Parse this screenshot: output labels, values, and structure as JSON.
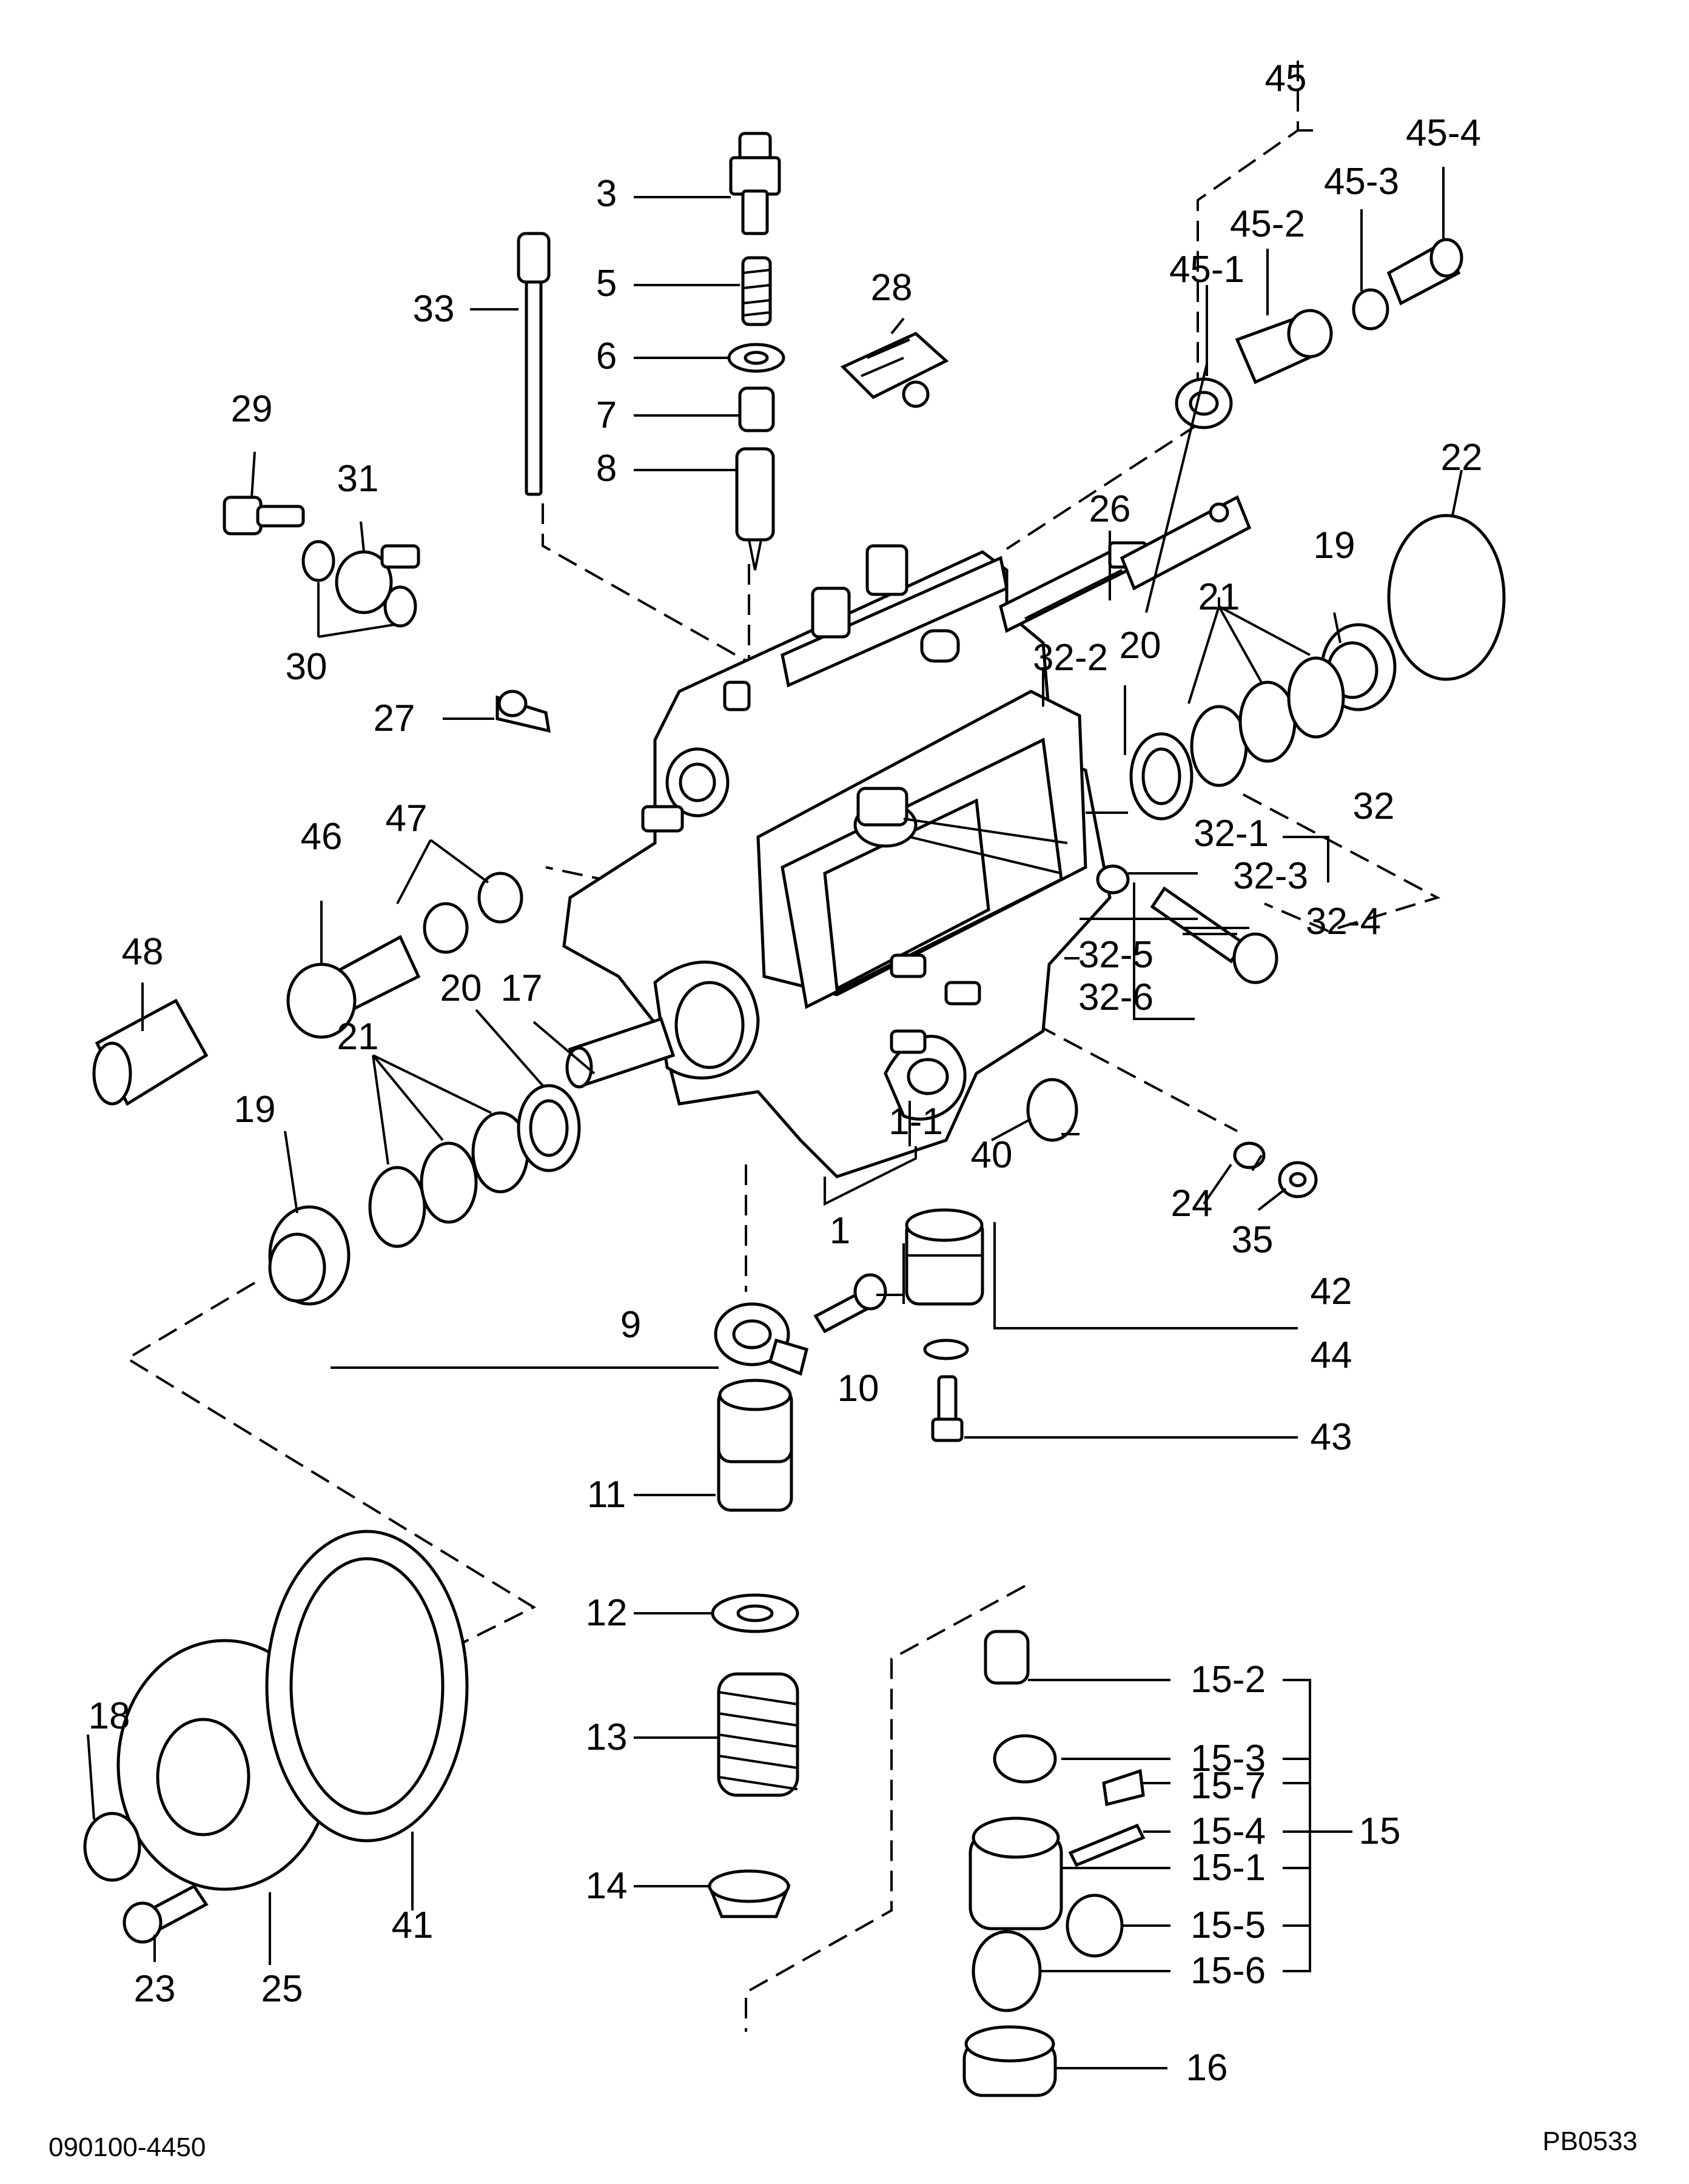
{
  "drawing_number": "090100-4450",
  "plate_id": "PB0533",
  "part_labels": {
    "p1": "1",
    "p1_1": "1-1",
    "p3": "3",
    "p5": "5",
    "p6": "6",
    "p7": "7",
    "p8": "8",
    "p9": "9",
    "p10": "10",
    "p11": "11",
    "p12": "12",
    "p13": "13",
    "p14": "14",
    "p15": "15",
    "p15_1": "15-1",
    "p15_2": "15-2",
    "p15_3": "15-3",
    "p15_4": "15-4",
    "p15_5": "15-5",
    "p15_6": "15-6",
    "p15_7": "15-7",
    "p16": "16",
    "p17": "17",
    "p18": "18",
    "p19a": "19",
    "p19b": "19",
    "p20a": "20",
    "p20b": "20",
    "p21a": "21",
    "p21b": "21",
    "p22": "22",
    "p23": "23",
    "p24": "24",
    "p25": "25",
    "p26": "26",
    "p27": "27",
    "p28": "28",
    "p29": "29",
    "p30": "30",
    "p31": "31",
    "p32": "32",
    "p32_1": "32-1",
    "p32_2": "32-2",
    "p32_3": "32-3",
    "p32_4": "32-4",
    "p32_5": "32-5",
    "p32_6": "32-6",
    "p33": "33",
    "p35": "35",
    "p40": "40",
    "p41": "41",
    "p42": "42",
    "p43": "43",
    "p44": "44",
    "p45": "45",
    "p45_1": "45-1",
    "p45_2": "45-2",
    "p45_3": "45-3",
    "p45_4": "45-4",
    "p46": "46",
    "p47": "47",
    "p48": "48"
  }
}
